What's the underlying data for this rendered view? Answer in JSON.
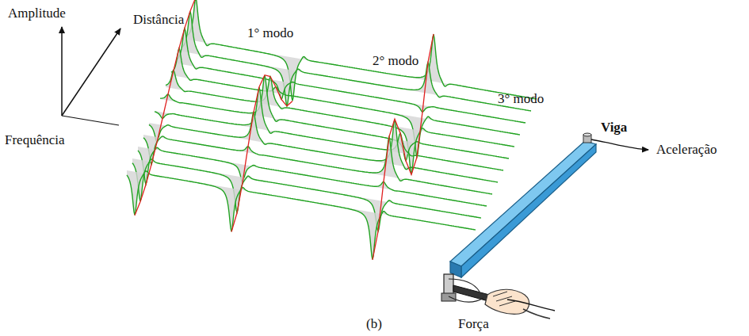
{
  "diagram": {
    "labels": [
      "Amplitude",
      "Distância",
      "1° modo",
      "2° modo",
      "3° modo",
      "Frequência",
      "Viga",
      "Aceleração",
      "Força",
      "(b)"
    ]
  }
}
